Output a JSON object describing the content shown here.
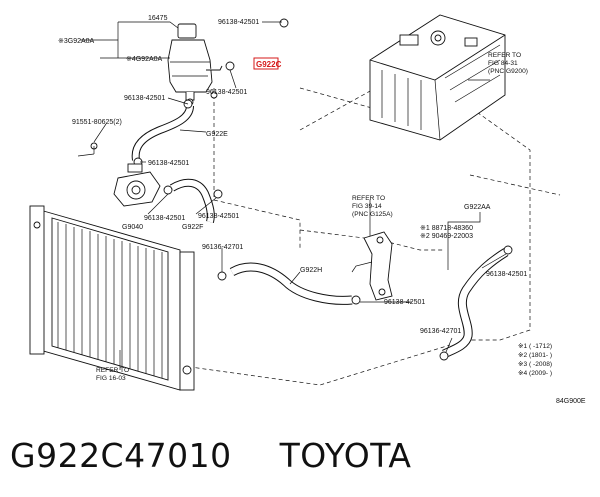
{
  "labels": {
    "p16475": "16475",
    "p96138_42501_top": "96138-42501",
    "pG922C": "G922C",
    "pG92A0A_1": "※3G92A0A",
    "pG92A0A_2": "※4G92A0A",
    "p96138_42501_a": "96138-42501",
    "p96138_42501_b": "96138-42501",
    "p91551": "91551-80625(2)",
    "pG922E": "G922E",
    "p96138_42501_c": "96138-42501",
    "pG9040": "G9040",
    "p96138_42501_d": "96138-42501",
    "pG922F": "G922F",
    "p96138_42501_e": "96138-42501",
    "p96136_42701_a": "96136-42701",
    "pG922H": "G922H",
    "p96138_42501_f": "96138-42501",
    "pG922AA": "G922AA",
    "p188718": "※1 88718-48360",
    "p290469": "※2 90469-22003",
    "p96138_42501_g": "96138-42501",
    "p96136_42701_b": "96136-42701",
    "diagram_code": "84G900E"
  },
  "refs": {
    "fig84": [
      "REFER TO",
      "FIG 84-31",
      "(PNC G9200)"
    ],
    "fig39": [
      "REFER TO",
      "FIG 39-14",
      "(PNC G125A)"
    ],
    "fig16": [
      "REFER TO",
      "FIG 16-03"
    ]
  },
  "notes": [
    "※1 (      -1712)",
    "※2 (1801-      )",
    "※3 (      -2008)",
    "※4 (2009-      )"
  ],
  "caption": {
    "part_number": "G922C47010",
    "brand": "TOYOTA"
  },
  "colors": {
    "highlight": "#d61a1a",
    "ink": "#111111"
  }
}
